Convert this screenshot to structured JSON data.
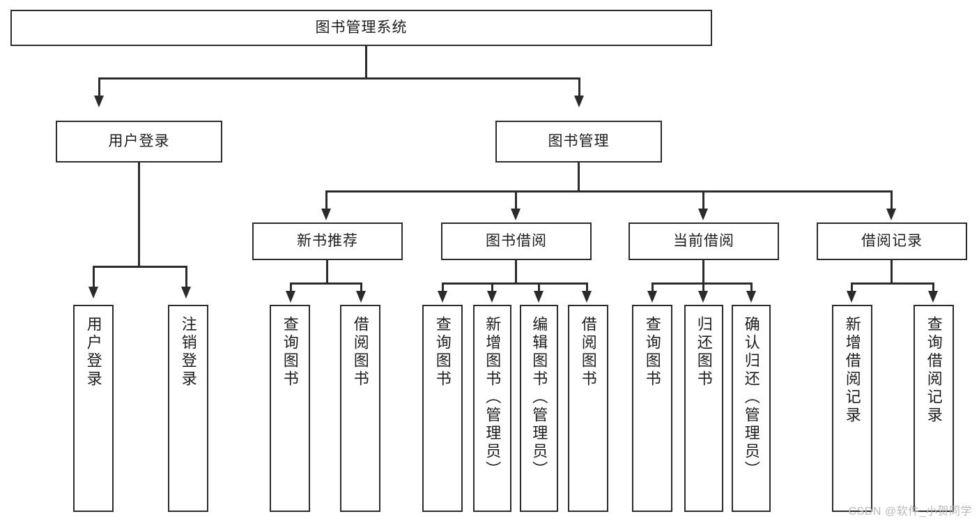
{
  "diagram": {
    "title": "图书管理系统",
    "type": "tree-hierarchy-diagram",
    "root": {
      "label": "图书管理系统"
    },
    "level2": [
      {
        "label": "用户登录"
      },
      {
        "label": "图书管理"
      }
    ],
    "level3": [
      {
        "label": "新书推荐"
      },
      {
        "label": "图书借阅"
      },
      {
        "label": "当前借阅"
      },
      {
        "label": "借阅记录"
      }
    ],
    "leaves": {
      "user_login": [
        {
          "label": "用户登录"
        },
        {
          "label": "注销登录"
        }
      ],
      "new_book_recommend": [
        {
          "label": "查询图书"
        },
        {
          "label": "借阅图书"
        }
      ],
      "book_borrow": [
        {
          "label": "查询图书"
        },
        {
          "label": "新增图书（管理员）"
        },
        {
          "label": "编辑图书（管理员）"
        },
        {
          "label": "借阅图书"
        }
      ],
      "current_borrow": [
        {
          "label": "查询图书"
        },
        {
          "label": "归还图书"
        },
        {
          "label": "确认归还（管理员）"
        }
      ],
      "borrow_record": [
        {
          "label": "新增借阅记录"
        },
        {
          "label": "查询借阅记录"
        }
      ]
    }
  },
  "watermark": {
    "text": "CSDN @软件_小贺同学"
  },
  "colors": {
    "stroke": "#2b2b2b",
    "fill": "#ffffff",
    "text": "#1d1d1d",
    "watermark": "#b9b9b9"
  }
}
